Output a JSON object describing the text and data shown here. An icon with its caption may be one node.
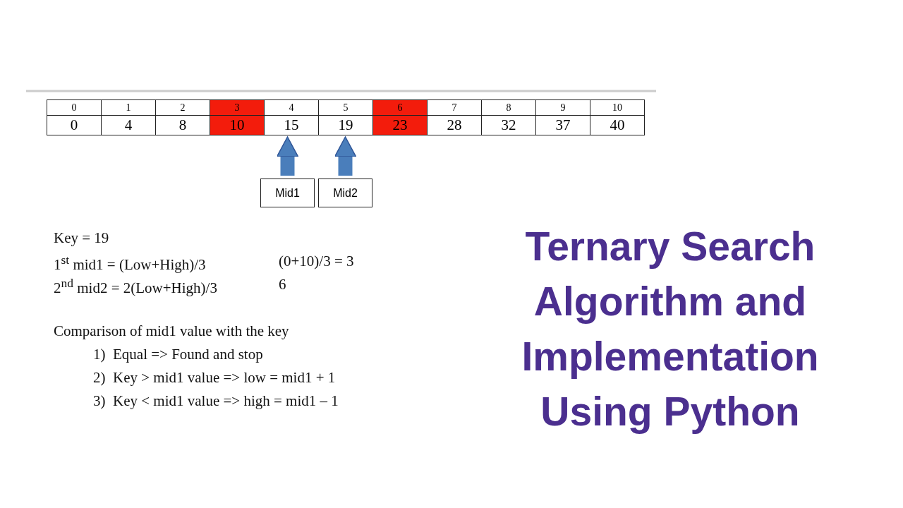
{
  "diagram": {
    "title": "Ternary Search Algorithm and Implementation Using Python",
    "nodes": [
      {
        "text": [
          "0"
        ]
      },
      {
        "text": [
          "1"
        ]
      },
      {
        "text": [
          "2"
        ]
      },
      {
        "text": [
          "3"
        ]
      },
      {
        "text": [
          "4"
        ]
      },
      {
        "text": [
          "5"
        ]
      },
      {
        "text": [
          "6"
        ]
      },
      {
        "text": [
          "7"
        ]
      },
      {
        "text": [
          "8"
        ]
      },
      {
        "text": [
          "9"
        ]
      },
      {
        "text": [
          "10"
        ]
      },
      {
        "text": [
          "0"
        ]
      },
      {
        "text": [
          "4"
        ]
      },
      {
        "text": [
          "8"
        ]
      },
      {
        "text": [
          "10"
        ]
      },
      {
        "text": [
          "15"
        ]
      },
      {
        "text": [
          "19"
        ]
      },
      {
        "text": [
          "23"
        ]
      },
      {
        "text": [
          "28"
        ]
      },
      {
        "text": [
          "32"
        ]
      },
      {
        "text": [
          "37"
        ]
      },
      {
        "text": [
          "40"
        ]
      },
      {
        "text": [
          "Mid1"
        ]
      },
      {
        "text": [
          "Mid2"
        ]
      }
    ],
    "edges": [
      {
        "from": 22,
        "to": 15,
        "arrow": "to"
      },
      {
        "from": 23,
        "to": 16,
        "arrow": "to"
      }
    ],
    "labels": [
      "Key = 19",
      "1$^{st}$ mid1 = (Low+High)/3",
      "(0+10)/3 = 3",
      "2$^{nd}$ mid2 = 2(Low+High)/3",
      "6",
      "Comparison of mid1 value with the key",
      "1)  Equal => Found and stop",
      "2)  Key > mid1 value => low = mid1 + 1",
      "3)  Key < mid1 value => high = mid1 – 1"
    ]
  }
}
